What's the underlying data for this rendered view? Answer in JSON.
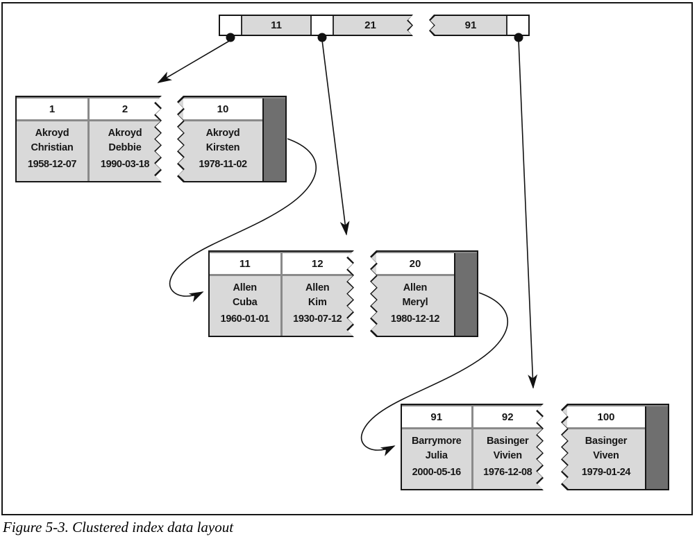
{
  "caption": "Figure 5-3. Clustered index data layout",
  "index_node": {
    "keys": [
      "11",
      "21",
      "91"
    ]
  },
  "pages": [
    {
      "cells": [
        {
          "id": "1",
          "last": "Akroyd",
          "first": "Christian",
          "date": "1958-12-07"
        },
        {
          "id": "2",
          "last": "Akroyd",
          "first": "Debbie",
          "date": "1990-03-18"
        },
        {
          "id": "10",
          "last": "Akroyd",
          "first": "Kirsten",
          "date": "1978-11-02"
        }
      ]
    },
    {
      "cells": [
        {
          "id": "11",
          "last": "Allen",
          "first": "Cuba",
          "date": "1960-01-01"
        },
        {
          "id": "12",
          "last": "Allen",
          "first": "Kim",
          "date": "1930-07-12"
        },
        {
          "id": "20",
          "last": "Allen",
          "first": "Meryl",
          "date": "1980-12-12"
        }
      ]
    },
    {
      "cells": [
        {
          "id": "91",
          "last": "Barrymore",
          "first": "Julia",
          "date": "2000-05-16"
        },
        {
          "id": "92",
          "last": "Basinger",
          "first": "Vivien",
          "date": "1976-12-08"
        },
        {
          "id": "100",
          "last": "Basinger",
          "first": "Viven",
          "date": "1979-01-24"
        }
      ]
    }
  ],
  "colors": {
    "cell_fill": "#d9d9d9",
    "header_fill": "#ffffff",
    "pointer_strip": "#6f6f6f",
    "divider_gray": "#8a8a8a",
    "outline_black": "#161616"
  }
}
